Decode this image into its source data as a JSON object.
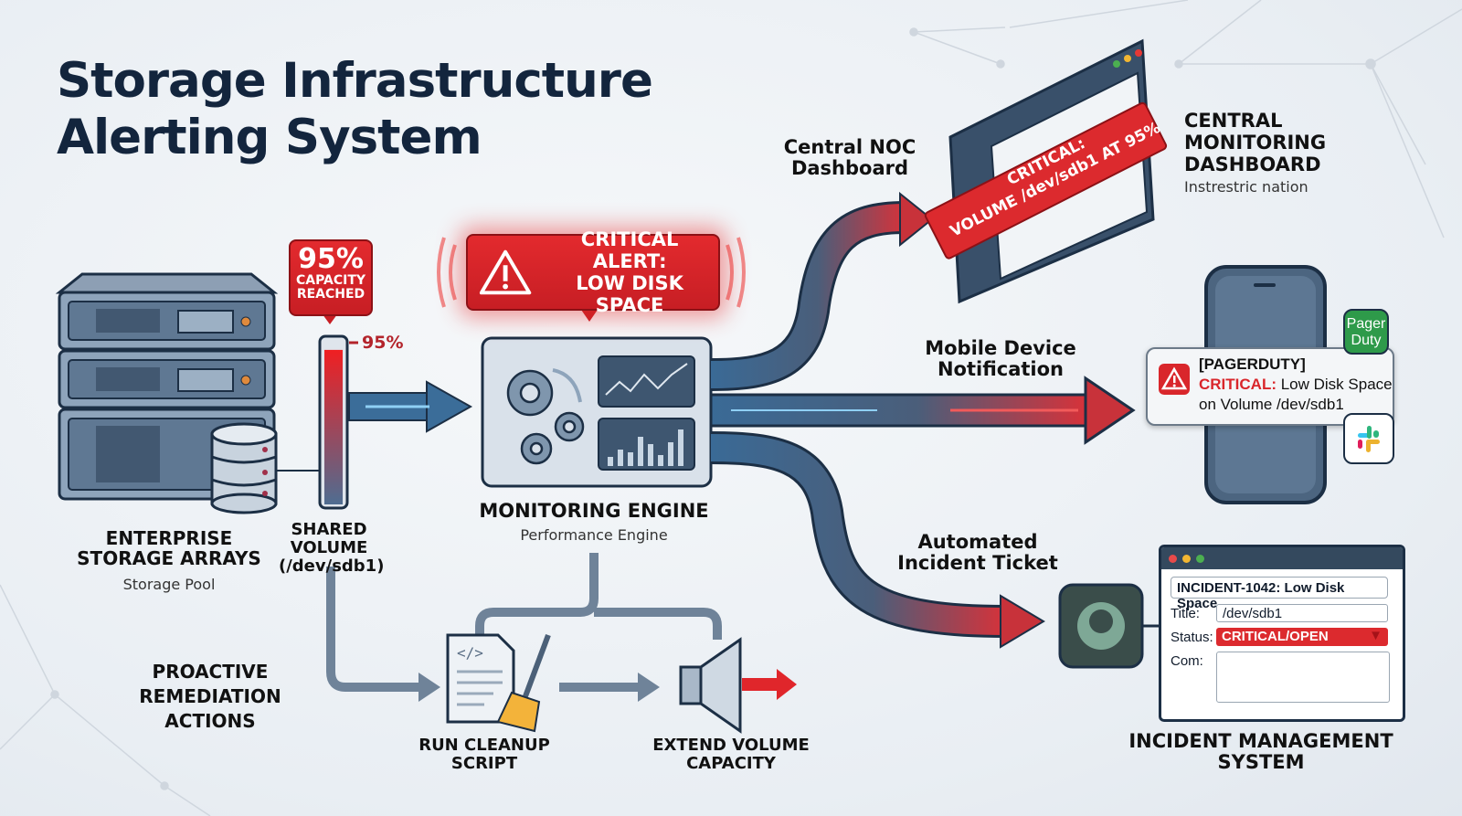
{
  "title": {
    "line1": "Storage Infrastructure",
    "line2": "Alerting System"
  },
  "storage": {
    "label_line1": "ENTERPRISE",
    "label_line2": "STORAGE ARRAYS",
    "sublabel": "Storage Pool",
    "icon": "server-rack-icon"
  },
  "volume": {
    "label_line1": "SHARED",
    "label_line2": "VOLUME",
    "label_line3": "(/dev/sdb1)",
    "fill_percent": 95,
    "gauge_marker": "95%",
    "capacity_badge": {
      "value": "95%",
      "line1": "CAPACITY",
      "line2": "REACHED"
    }
  },
  "alert": {
    "line1": "CRITICAL ALERT:",
    "line2": "LOW DISK SPACE",
    "icon": "warning-triangle-icon"
  },
  "engine": {
    "label": "MONITORING ENGINE",
    "sublabel": "Performance Engine",
    "icon": "gears-icon"
  },
  "routes": {
    "noc": {
      "line1": "Central NOC",
      "line2": "Dashboard"
    },
    "mobile": {
      "line1": "Mobile Device",
      "line2": "Notification"
    },
    "ticket": {
      "line1": "Automated",
      "line2": "Incident Ticket"
    }
  },
  "dashboard": {
    "banner_line1": "CRITICAL:",
    "banner_line2": "VOLUME /dev/sdb1 AT 95%",
    "label_line1": "CENTRAL",
    "label_line2": "MONITORING",
    "label_line3": "DASHBOARD",
    "sublabel": "Instrestric nation"
  },
  "notification": {
    "source": "[PAGERDUTY]",
    "severity": "CRITICAL:",
    "message_line1": "Low Disk Space",
    "message_line2": "on Volume /dev/sdb1",
    "badge_pagerduty_line1": "Pager",
    "badge_pagerduty_line2": "Duty",
    "slack_icon": "slack-icon"
  },
  "incident": {
    "heading": "INCIDENT-1042: Low Disk Space",
    "title_label": "Title:",
    "title_value": "/dev/sdb1",
    "status_label": "Status:",
    "status_value": "CRITICAL/OPEN",
    "comment_label": "Com:",
    "label_line1": "INCIDENT MANAGEMENT",
    "label_line2": "SYSTEM"
  },
  "remediation": {
    "heading_line1": "PROACTIVE",
    "heading_line2": "REMEDIATION",
    "heading_line3": "ACTIONS",
    "cleanup_line1": "RUN CLEANUP",
    "cleanup_line2": "SCRIPT",
    "extend_line1": "EXTEND VOLUME",
    "extend_line2": "CAPACITY"
  },
  "colors": {
    "critical": "#e0262b",
    "navy": "#13253d",
    "flow_blue": "#3e6a93",
    "pagerduty": "#2e9a4a"
  }
}
